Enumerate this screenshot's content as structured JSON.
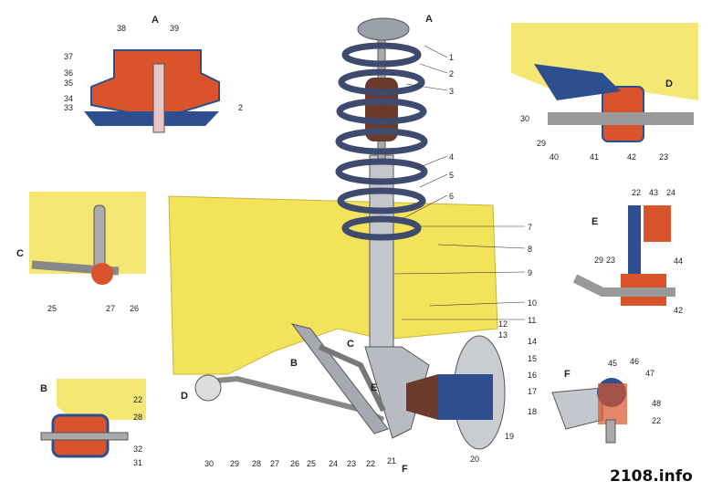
{
  "diagram": {
    "main_view": {
      "view_letter": "A",
      "part_numbers": [
        "1",
        "2",
        "3",
        "4",
        "5",
        "6",
        "7",
        "8",
        "9",
        "10",
        "11",
        "12",
        "13",
        "14",
        "15",
        "16",
        "17",
        "18",
        "19",
        "20",
        "21",
        "22",
        "23",
        "24",
        "25",
        "26",
        "27",
        "28",
        "29",
        "30"
      ],
      "detail_markers": {
        "b": "B",
        "c": "C",
        "d": "D",
        "e": "E",
        "f": "F"
      }
    },
    "inset_a": {
      "letter": "A",
      "parts": [
        "38",
        "39",
        "37",
        "36",
        "35",
        "34",
        "33",
        "2"
      ]
    },
    "inset_b": {
      "letter": "B",
      "parts": [
        "22",
        "28",
        "32",
        "31"
      ]
    },
    "inset_c": {
      "letter": "C",
      "parts": [
        "25",
        "27",
        "26"
      ]
    },
    "inset_d": {
      "letter": "D",
      "parts": [
        "30",
        "29",
        "40",
        "41",
        "42",
        "23"
      ]
    },
    "inset_e": {
      "letter": "E",
      "parts": [
        "22",
        "43",
        "24",
        "29",
        "23",
        "44",
        "42"
      ]
    },
    "inset_f": {
      "letter": "F",
      "parts": [
        "45",
        "46",
        "47",
        "48",
        "22"
      ]
    },
    "watermark": "2108.info",
    "colors": {
      "body": "#f3e35a",
      "rubber": "#d9542a",
      "metal": "#2d4f8f",
      "steel": "#9aa0a8"
    }
  }
}
